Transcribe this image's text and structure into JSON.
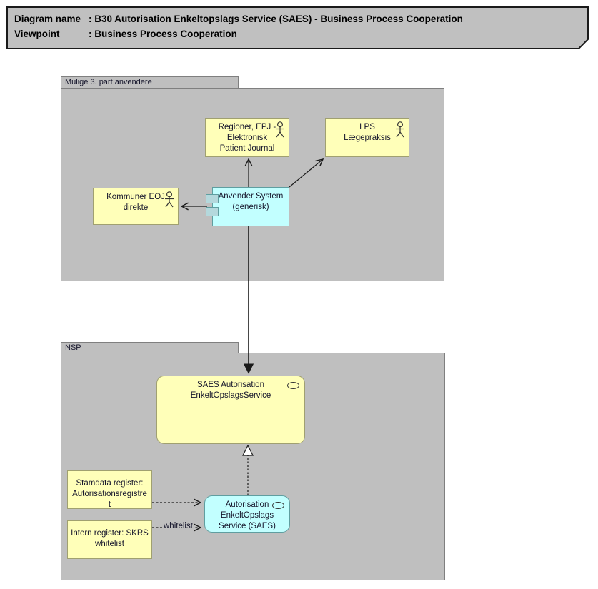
{
  "title": {
    "line1_label": "Diagram name",
    "line2_label": "Viewpoint",
    "colon": ":",
    "line1_value": "B30 Autorisation Enkeltopslags Service (SAES) - Business Process Cooperation",
    "line2_value": "Business Process Cooperation"
  },
  "groups": {
    "third_party": {
      "label": "Mulige 3. part anvendere"
    },
    "nsp": {
      "label": "NSP"
    }
  },
  "nodes": {
    "regioner": {
      "type": "business-actor",
      "lines": [
        "Regioner, EPJ -",
        "Elektronisk",
        "Patient Journal"
      ]
    },
    "lps": {
      "type": "business-actor",
      "lines": [
        "LPS",
        "Lægepraksis"
      ]
    },
    "kommuner": {
      "type": "business-actor",
      "lines": [
        "Kommuner EOJ",
        "direkte"
      ]
    },
    "anvender": {
      "type": "application-component",
      "lines": [
        "Anvender System",
        "(generisk)"
      ]
    },
    "saes_business": {
      "type": "business-service",
      "lines": [
        "SAES Autorisation",
        "EnkeltOpslagsService"
      ]
    },
    "saes_app": {
      "type": "application-service",
      "lines": [
        "Autorisation",
        "EnkeltOpslags",
        "Service (SAES)"
      ]
    },
    "stamdata": {
      "type": "business-object",
      "lines": [
        "Stamdata register:",
        "Autorisationsregistre",
        "t"
      ]
    },
    "intern": {
      "type": "business-object",
      "lines": [
        "Intern register: SKRS",
        "whitelist"
      ]
    }
  },
  "relations": {
    "whitelist_label": "whitelist",
    "list": [
      {
        "from": "anvender",
        "to": "regioner",
        "style": "solid-open-arrow"
      },
      {
        "from": "anvender",
        "to": "lps",
        "style": "solid-open-arrow"
      },
      {
        "from": "anvender",
        "to": "kommuner",
        "style": "solid-open-arrow"
      },
      {
        "from": "anvender",
        "to": "saes_business",
        "style": "solid-filled-arrow"
      },
      {
        "from": "saes_app",
        "to": "saes_business",
        "style": "dashed-hollow-triangle-realization"
      },
      {
        "from": "stamdata",
        "to": "saes_app",
        "style": "dashed-open-arrow"
      },
      {
        "from": "intern",
        "to": "saes_app",
        "style": "dashed-open-arrow",
        "label": "whitelist"
      }
    ]
  },
  "colors": {
    "group_fill": "#BFBFBF",
    "group_border": "#7F7F7F",
    "title_fill": "#C0C0C0",
    "business_fill": "#FFFFB9",
    "business_border": "#A0A070",
    "application_fill": "#C2FFFF",
    "application_border": "#5F9EA0",
    "line": "#1a1a1a",
    "text": "#15152b"
  }
}
